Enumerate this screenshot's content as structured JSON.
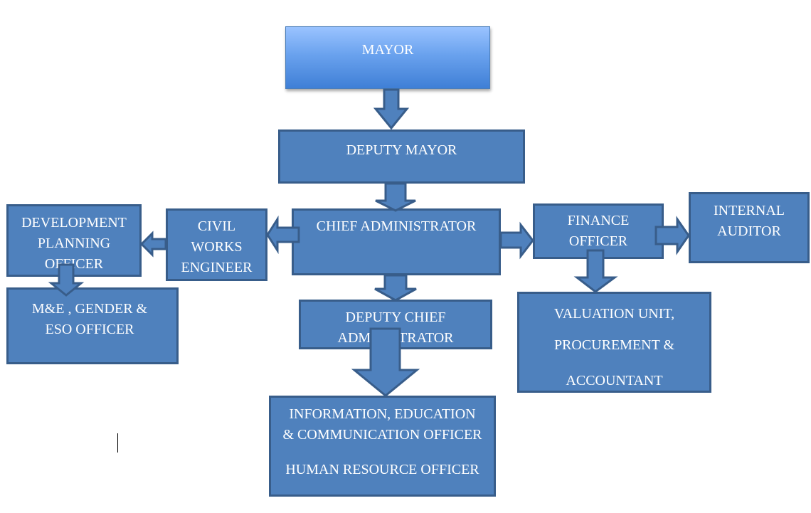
{
  "diagram": {
    "mayor": {
      "lines": [
        "MAYOR"
      ]
    },
    "deputy_mayor": {
      "lines": [
        "DEPUTY MAYOR"
      ]
    },
    "chief_administrator": {
      "lines": [
        "CHIEF ADMINISTRATOR"
      ]
    },
    "civil_works_engineer": {
      "lines": [
        "CIVIL",
        "WORKS",
        "ENGINEER"
      ]
    },
    "development_planning_officer": {
      "lines": [
        "DEVELOPMENT",
        "PLANNING",
        "OFFICER"
      ]
    },
    "me_gender_eso_officer": {
      "lines": [
        "M&E , GENDER  &",
        "ESO OFFICER"
      ]
    },
    "finance_officer": {
      "lines": [
        "FINANCE",
        "OFFICER"
      ]
    },
    "internal_auditor": {
      "lines": [
        "INTERNAL",
        "AUDITOR"
      ]
    },
    "deputy_chief_administrator": {
      "lines": [
        "DEPUTY CHIEF",
        "ADMINISTRATOR"
      ]
    },
    "valuation_procurement_accountant": {
      "lines": [
        "VALUATION UNIT,",
        "PROCUREMENT &",
        "ACCOUNTANT"
      ]
    },
    "iec_hr_officers": {
      "lines": [
        "INFORMATION, EDUCATION",
        "& COMMUNICATION OFFICER",
        "HUMAN RESOURCE OFFICER"
      ]
    }
  }
}
